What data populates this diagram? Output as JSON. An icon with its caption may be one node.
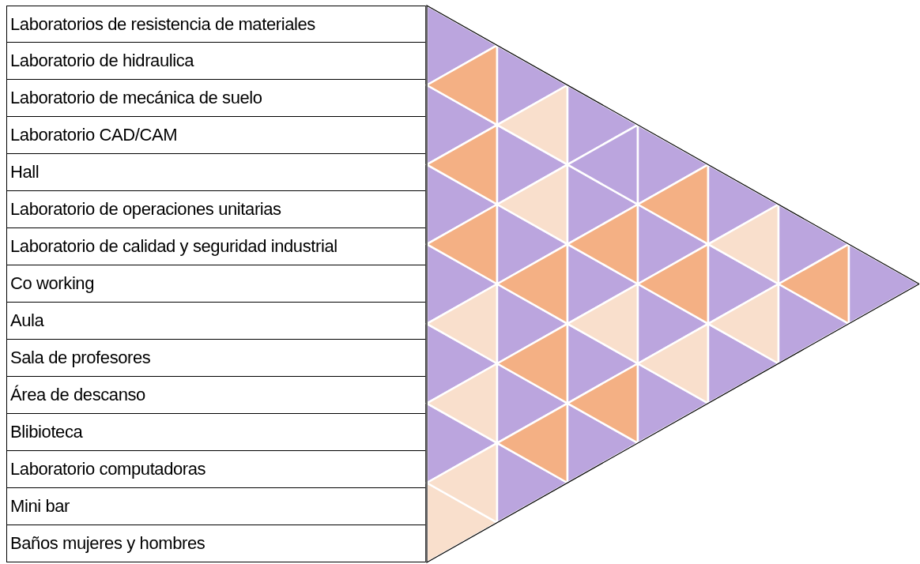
{
  "diagram": {
    "labels": [
      "Laboratorios de resistencia de materiales",
      "Laboratorio de hidraulica",
      "Laboratorio de mecánica de suelo",
      "Laboratorio CAD/CAM",
      "Hall",
      "Laboratorio de operaciones unitarias",
      "Laboratorio de calidad y seguridad industrial",
      "Co working",
      "Aula",
      "Sala de profesores",
      "Área de descanso",
      "Blibioteca",
      "Laboratorio computadoras",
      "Mini bar",
      "Baños mujeres y hombres"
    ]
  }
}
